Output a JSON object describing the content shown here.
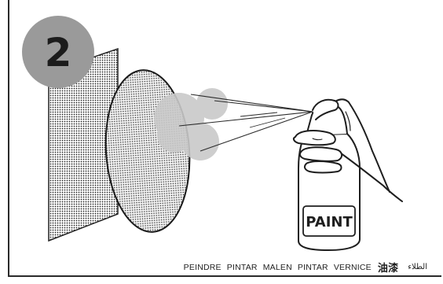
{
  "step": {
    "number": "2"
  },
  "can": {
    "label": "PAINT"
  },
  "languages": [
    "PEINDRE",
    "PINTAR",
    "MALEN",
    "PINTAR",
    "VERNICE",
    "油漆",
    "الطلاء"
  ],
  "colors": {
    "badge": "#9a9a9a",
    "ink": "#1e1e1e",
    "mist": "#c9c9c9"
  },
  "icons": {
    "panel": "dotted-panel-icon",
    "stencil": "dotted-oval-stencil-icon",
    "hand": "hand-holding-spray-can-icon",
    "spray": "spray-mist-icon"
  }
}
